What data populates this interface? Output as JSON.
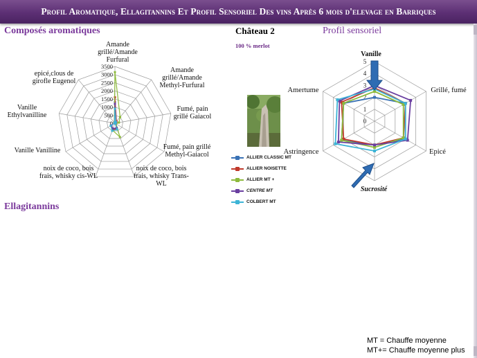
{
  "banner": {
    "title": "Profil Aromatique, Ellagitannins Et Profil Sensoriel Des vins Après 6 mois d'elevage en Barriques"
  },
  "sections": {
    "aroma": "Composés aromatiques",
    "chateau": "Château 2",
    "merlot": "100 % merlot",
    "sensory": "Profil sensoriel",
    "ellagitannins": "Ellagitannins"
  },
  "legend": {
    "items": [
      {
        "name": "ALLIER CLASSIC MT",
        "color": "#3a72b5"
      },
      {
        "name": "ALLIER NOISETTE",
        "color": "#c0392b"
      },
      {
        "name": "ALLIER MT +",
        "color": "#8dba3c"
      },
      {
        "name": "CENTRE MT",
        "color": "#6a3fa0"
      },
      {
        "name": "COLBERT MT",
        "color": "#3db4d6"
      }
    ]
  },
  "footnotes": {
    "mt": "MT = Chauffe moyenne",
    "mtplus": "MT+= Chauffe moyenne plus"
  },
  "chart_data": [
    {
      "type": "radar",
      "title": "Composés aromatiques",
      "categories": [
        "Amande grillé/Amande Furfural",
        "Amande grillé/Amande Methyl-Furfural",
        "Fumé, pain grillé Gaiacol",
        "Fumé, pain grillé Methyl-Gaiacol",
        "noix de coco, bois frais, whisky Trans-WL",
        "noix de coco, bois frais, whisky cis-WL",
        "Vanille Vanilline",
        "Vanille Ethylvanilline",
        "epicé,clous de girofle Eugenol"
      ],
      "rlim": [
        0,
        3500
      ],
      "ticks": [
        0,
        500,
        1000,
        1500,
        2000,
        2500,
        3000,
        3500
      ],
      "series": [
        {
          "name": "ALLIER CLASSIC MT",
          "values": [
            1300,
            120,
            60,
            30,
            300,
            400,
            250,
            10,
            40
          ]
        },
        {
          "name": "ALLIER NOISETTE",
          "values": [
            1600,
            150,
            80,
            40,
            350,
            450,
            280,
            10,
            50
          ]
        },
        {
          "name": "ALLIER MT +",
          "values": [
            3150,
            500,
            250,
            80,
            900,
            450,
            300,
            10,
            60
          ]
        },
        {
          "name": "CENTRE MT",
          "values": [
            1200,
            100,
            60,
            30,
            300,
            350,
            250,
            10,
            40
          ]
        },
        {
          "name": "COLBERT MT",
          "values": [
            900,
            100,
            50,
            20,
            400,
            500,
            300,
            10,
            40
          ]
        }
      ]
    },
    {
      "type": "radar",
      "title": "Profil sensoriel",
      "categories": [
        "Vanille",
        "Grillé, fumé",
        "Epicé",
        "Sucrosité",
        "Astringence",
        "Amertume"
      ],
      "rlim": [
        0,
        5
      ],
      "ticks": [
        0,
        1,
        2,
        3,
        4,
        5
      ],
      "series": [
        {
          "name": "ALLIER CLASSIC MT",
          "values": [
            2.0,
            3.0,
            3.0,
            2.0,
            3.2,
            3.0
          ]
        },
        {
          "name": "ALLIER NOISETTE",
          "values": [
            2.8,
            3.0,
            2.8,
            2.0,
            3.0,
            3.2
          ]
        },
        {
          "name": "ALLIER MT +",
          "values": [
            2.5,
            2.8,
            2.8,
            2.2,
            3.2,
            3.0
          ]
        },
        {
          "name": "CENTRE MT",
          "values": [
            3.0,
            3.5,
            3.2,
            2.0,
            3.5,
            3.4
          ]
        },
        {
          "name": "COLBERT MT",
          "values": [
            2.7,
            3.0,
            3.0,
            2.5,
            3.8,
            3.6
          ]
        }
      ]
    }
  ]
}
